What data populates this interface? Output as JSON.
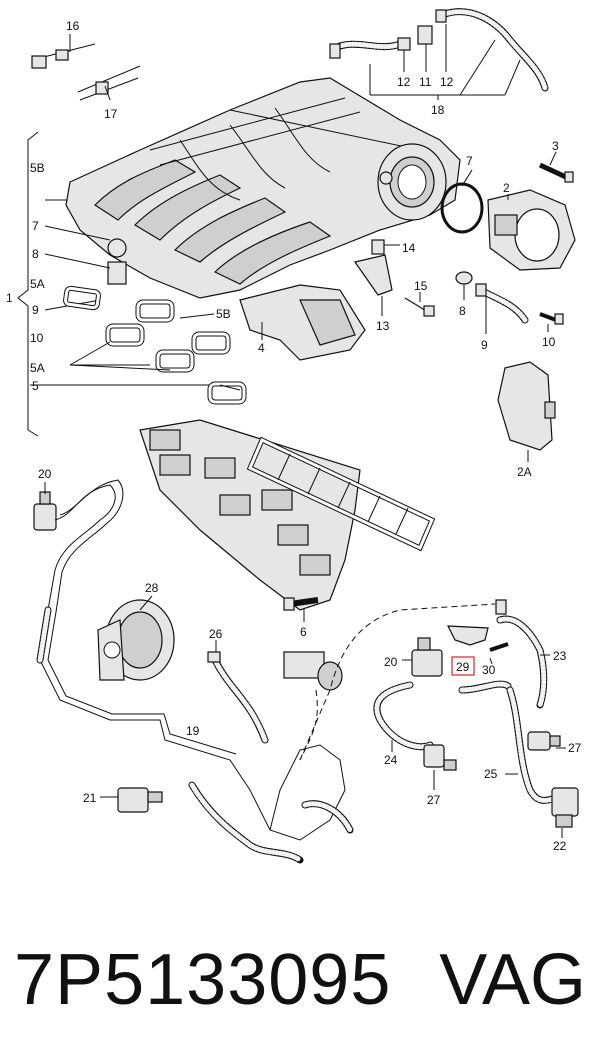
{
  "diagram": {
    "callouts": {
      "c16": "16",
      "c17": "17",
      "c12a": "12",
      "c11": "11",
      "c12b": "12",
      "c18": "18",
      "c3": "3",
      "c7a": "7",
      "c2": "2",
      "c5B": "5B",
      "c7b": "7",
      "c8a": "8",
      "c5Aa": "5A",
      "c9a": "9",
      "c10a": "10",
      "c1": "1",
      "c14": "14",
      "c15": "15",
      "c8b": "8",
      "c9b": "9",
      "c10b": "10",
      "c13": "13",
      "c4": "4",
      "c5Bb": "5B",
      "c5Ab": "5A",
      "c5": "5",
      "c2A": "2A",
      "c20a": "20",
      "c28": "28",
      "c6": "6",
      "c26": "26",
      "c19": "19",
      "c21": "21",
      "c20b": "20",
      "c29": "29",
      "c30": "30",
      "c23": "23",
      "c24": "24",
      "c27a": "27",
      "c27b": "27",
      "c25": "25",
      "c22": "22"
    },
    "highlight_color": "#e0303a"
  },
  "footer": {
    "part_number": "7P5133095",
    "brand": "VAG"
  }
}
